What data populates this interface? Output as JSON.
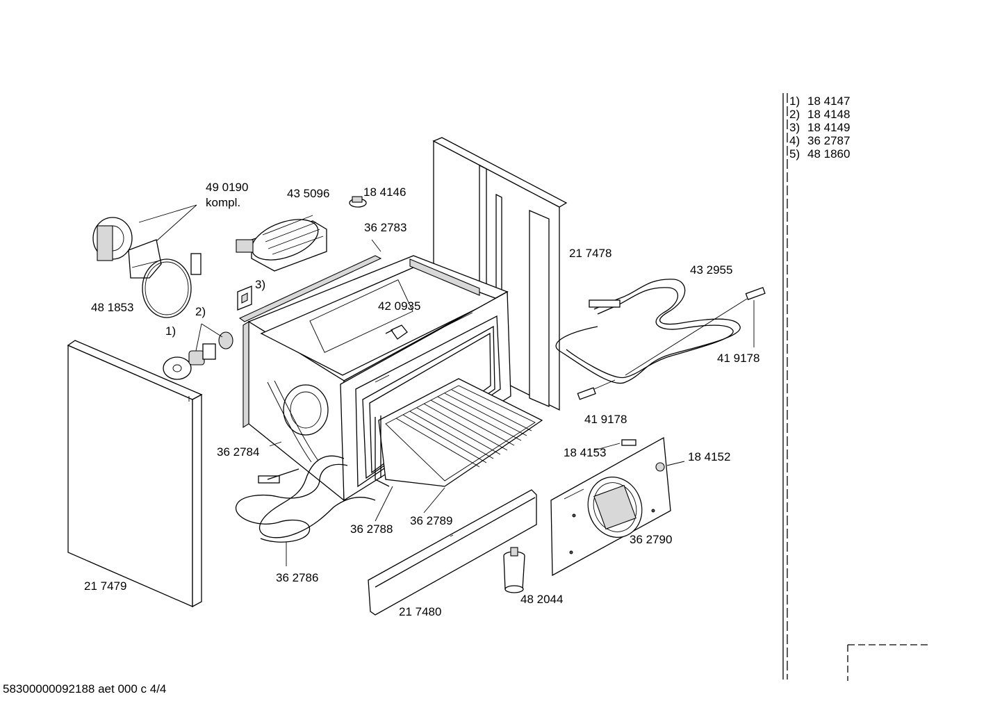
{
  "labels": {
    "p490190": "49 0190",
    "kompl": "kompl.",
    "p435096": "43 5096",
    "p184146": "18 4146",
    "p362783": "36 2783",
    "p217478": "21 7478",
    "p432955": "43 2955",
    "note3": "3)",
    "p420935": "42 0935",
    "p481853": "48 1853",
    "note2": "2)",
    "note1": "1)",
    "p419178a": "41 9178",
    "p419178b": "41 9178",
    "p362784": "36 2784",
    "p184153": "18 4153",
    "p184152": "18 4152",
    "p362788": "36 2788",
    "p362789": "36 2789",
    "p362786": "36 2786",
    "p362790": "36 2790",
    "p217479": "21 7479",
    "p217480": "21 7480",
    "p482044": "48 2044"
  },
  "legend": [
    {
      "key": "1)",
      "value": "18 4147"
    },
    {
      "key": "2)",
      "value": "18 4148"
    },
    {
      "key": "3)",
      "value": "18 4149"
    },
    {
      "key": "4)",
      "value": "36 2787"
    },
    {
      "key": "5)",
      "value": "48 1860"
    }
  ],
  "footer": "58300000092188 aet 000 c 4/4"
}
